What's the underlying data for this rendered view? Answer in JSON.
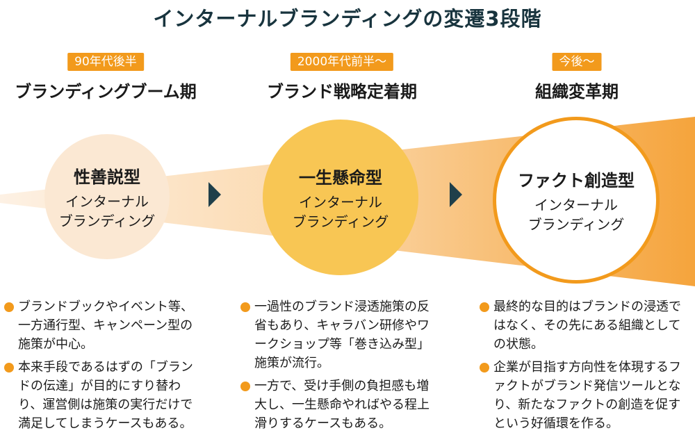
{
  "title": "インターナルブランディングの変遷3段階",
  "colors": {
    "accent": "#f29a1c",
    "title": "#18343e",
    "arrow": "#1f3f4a"
  },
  "stages": [
    {
      "badge": "90年代後半",
      "period": "ブランディングブーム期",
      "type": "性善説型",
      "sub1": "インターナル",
      "sub2": "ブランディング",
      "bullets": [
        "ブランドブックやイベント等、一方通行型、キャンペーン型の施策が中心。",
        "本来手段であるはずの「ブランドの伝達」が目的にすり替わり、運営側は施策の実行だけで満足してしまうケースもある。"
      ]
    },
    {
      "badge": "2000年代前半〜",
      "period": "ブランド戦略定着期",
      "type": "一生懸命型",
      "sub1": "インターナル",
      "sub2": "ブランディング",
      "bullets": [
        "一過性のブランド浸透施策の反省もあり、キャラバン研修やワークショップ等「巻き込み型」施策が流行。",
        "一方で、受け手側の負担感も増大し、一生懸命やればやる程上滑りするケースもある。"
      ]
    },
    {
      "badge": "今後〜",
      "period": "組織変革期",
      "type": "ファクト創造型",
      "sub1": "インターナル",
      "sub2": "ブランディング",
      "bullets": [
        "最終的な目的はブランドの浸透ではなく、その先にある組織としての状態。",
        "企業が目指す方向性を体現するファクトがブランド発信ツールとなり、新たなファクトの創造を促すという好循環を作る。"
      ]
    }
  ]
}
